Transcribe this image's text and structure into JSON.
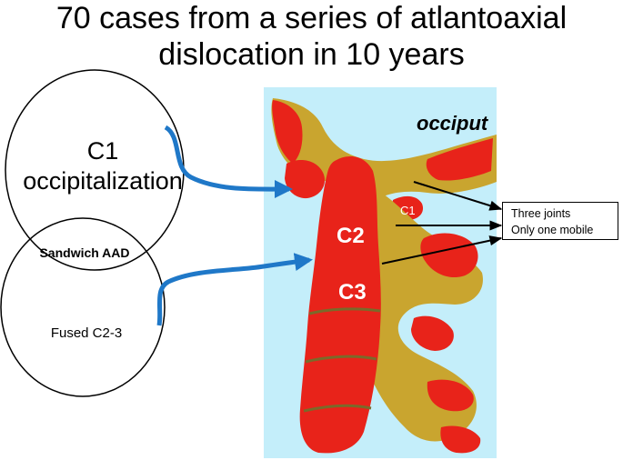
{
  "title": {
    "line1": "70 cases from a series of atlantoaxial",
    "line2": "dislocation in 10 years"
  },
  "venn": {
    "upper": {
      "line1": "C1",
      "line2": "occipitalization"
    },
    "overlap": "Sandwich AAD",
    "lower": "Fused C2-3"
  },
  "image_labels": {
    "occiput": "occiput",
    "c1": "C1",
    "c2": "C2",
    "c3": "C3"
  },
  "callout": {
    "line1": "Three joints",
    "line2": "Only one mobile"
  },
  "colors": {
    "arrow_blue": "#1f78c8",
    "panel_cyan": "#c4eefa",
    "bone_red": "#e8231a",
    "bone_tan": "#c9a52f"
  }
}
